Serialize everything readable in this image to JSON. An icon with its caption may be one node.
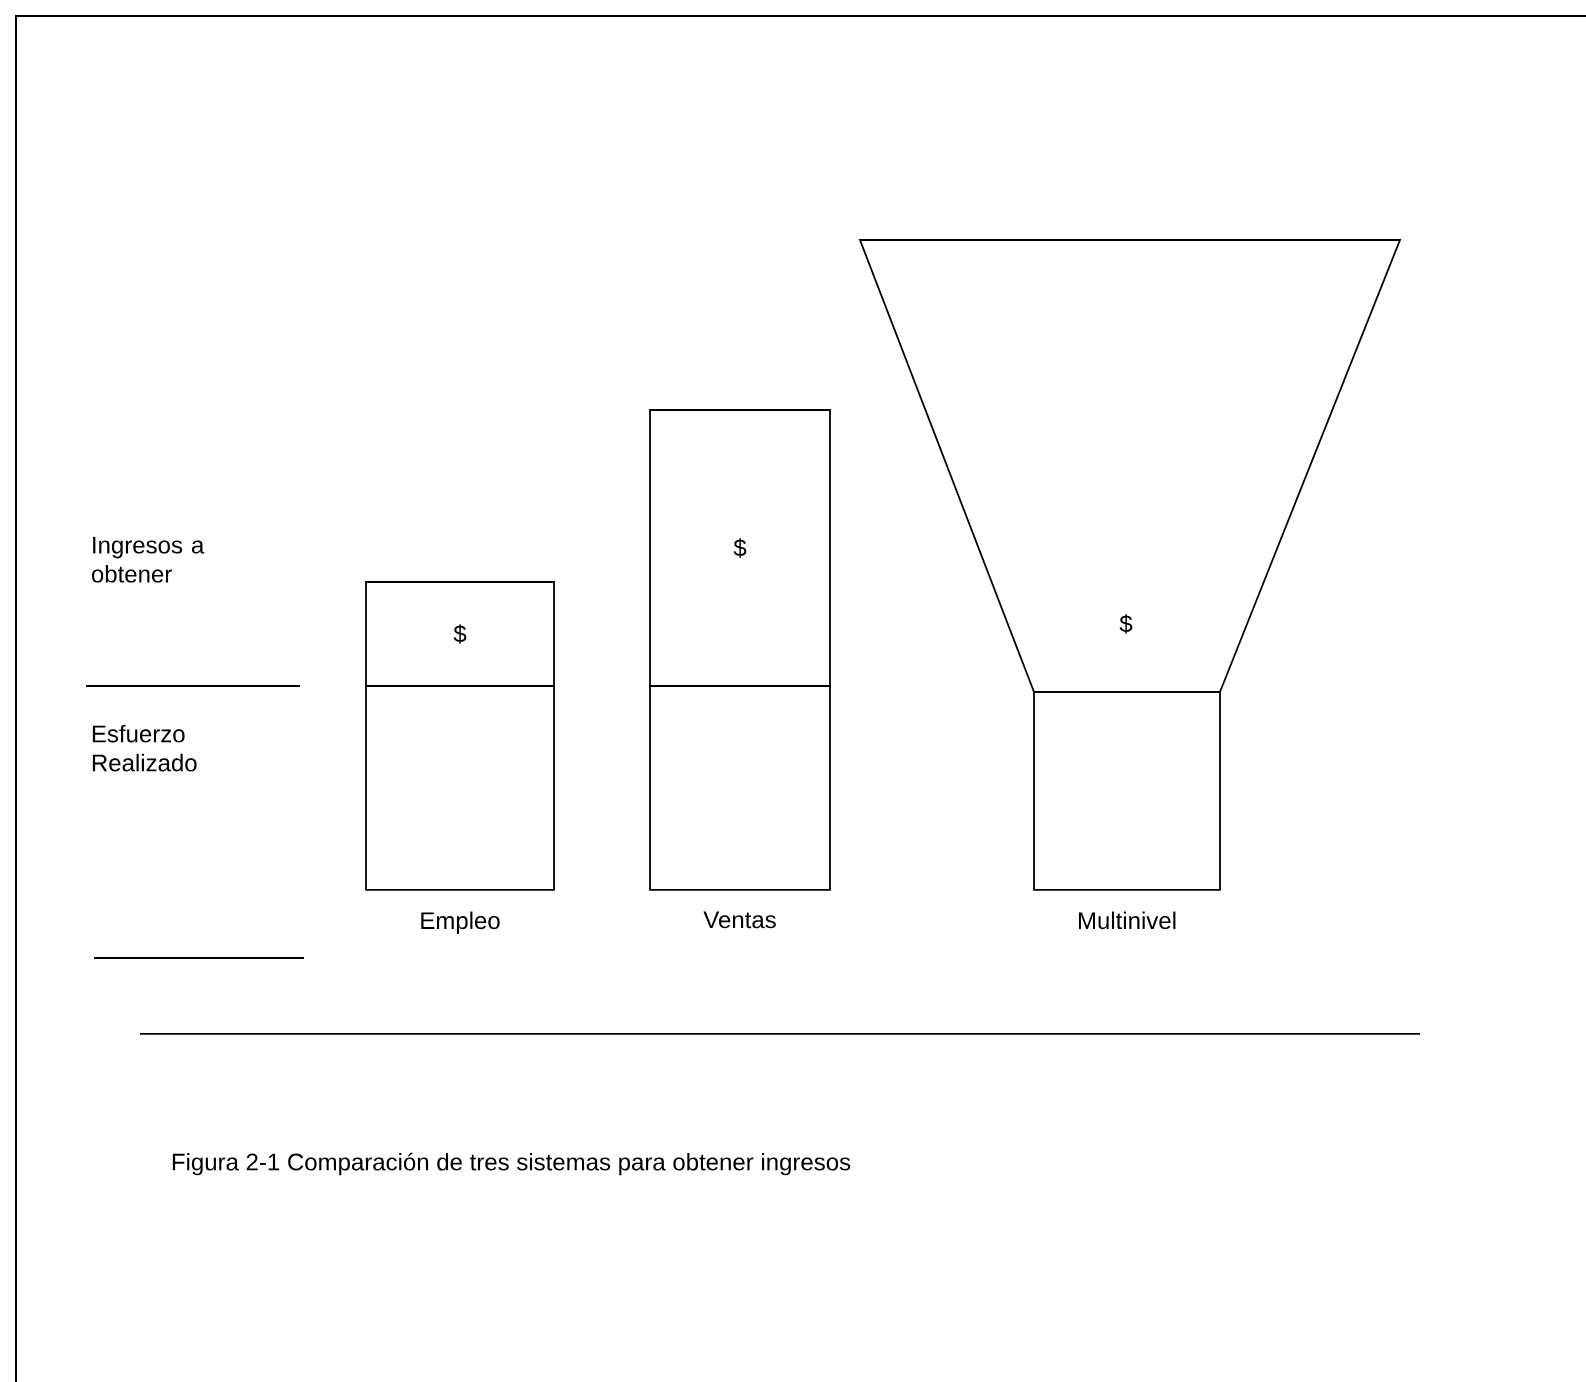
{
  "diagram": {
    "caption": "Figura 2-1 Comparación de tres sistemas para obtener ingresos",
    "nodes": [
      {
        "text": [
          "$"
        ]
      },
      {
        "text": [],
        "shape": "box",
        "beside": [
          "Empleo"
        ]
      },
      {
        "text": [
          "$"
        ]
      },
      {
        "text": [],
        "shape": "box",
        "beside": [
          "Ventas"
        ]
      },
      {
        "text": [
          "$"
        ]
      },
      {
        "text": [],
        "shape": "box",
        "beside": [
          "Multinivel"
        ]
      }
    ],
    "labels": [
      "Ingresos a obtener",
      "Esfuerzo Realizado"
    ]
  }
}
